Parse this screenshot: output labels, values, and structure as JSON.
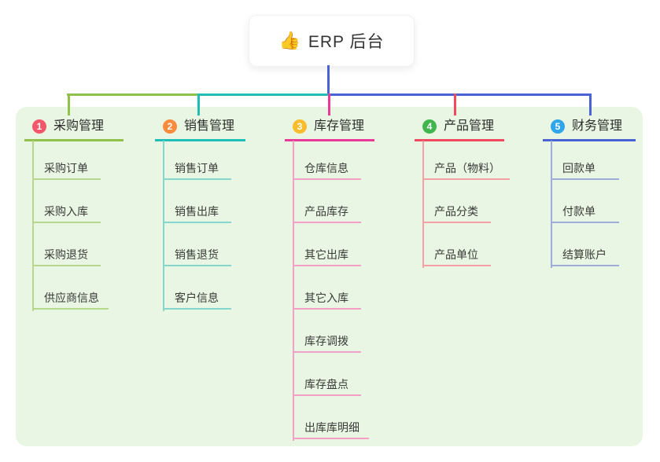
{
  "root": {
    "icon": "👍",
    "label": "ERP 后台"
  },
  "colors": {
    "page_background": "#ffffff",
    "panel_background": "#e9f6e3",
    "root_connector": "#4a63d4",
    "title_text": "#2c2c2c",
    "child_text": "#3a3a3a"
  },
  "branches": [
    {
      "badge": "1",
      "label": "采购管理",
      "badge_color": "#f4566a",
      "line_color": "#8fc14b",
      "light_color": "#b7d98f",
      "children": [
        "采购订单",
        "采购入库",
        "采购退货",
        "供应商信息"
      ]
    },
    {
      "badge": "2",
      "label": "销售管理",
      "badge_color": "#fb8b3d",
      "line_color": "#1ebdb5",
      "light_color": "#86d6cd",
      "children": [
        "销售订单",
        "销售出库",
        "销售退货",
        "客户信息"
      ]
    },
    {
      "badge": "3",
      "label": "库存管理",
      "badge_color": "#fbbd2b",
      "line_color": "#e93a98",
      "light_color": "#f2a0c8",
      "children": [
        "仓库信息",
        "产品库存",
        "其它出库",
        "其它入库",
        "库存调拨",
        "库存盘点",
        "出库库明细"
      ]
    },
    {
      "badge": "4",
      "label": "产品管理",
      "badge_color": "#41b64d",
      "line_color": "#f14a5e",
      "light_color": "#f5a0a5",
      "children": [
        "产品（物料）",
        "产品分类",
        "产品单位"
      ]
    },
    {
      "badge": "5",
      "label": "财务管理",
      "badge_color": "#2ea6e9",
      "line_color": "#4a63d4",
      "light_color": "#9fadda",
      "children": [
        "回款单",
        "付款单",
        "结算账户"
      ]
    }
  ]
}
